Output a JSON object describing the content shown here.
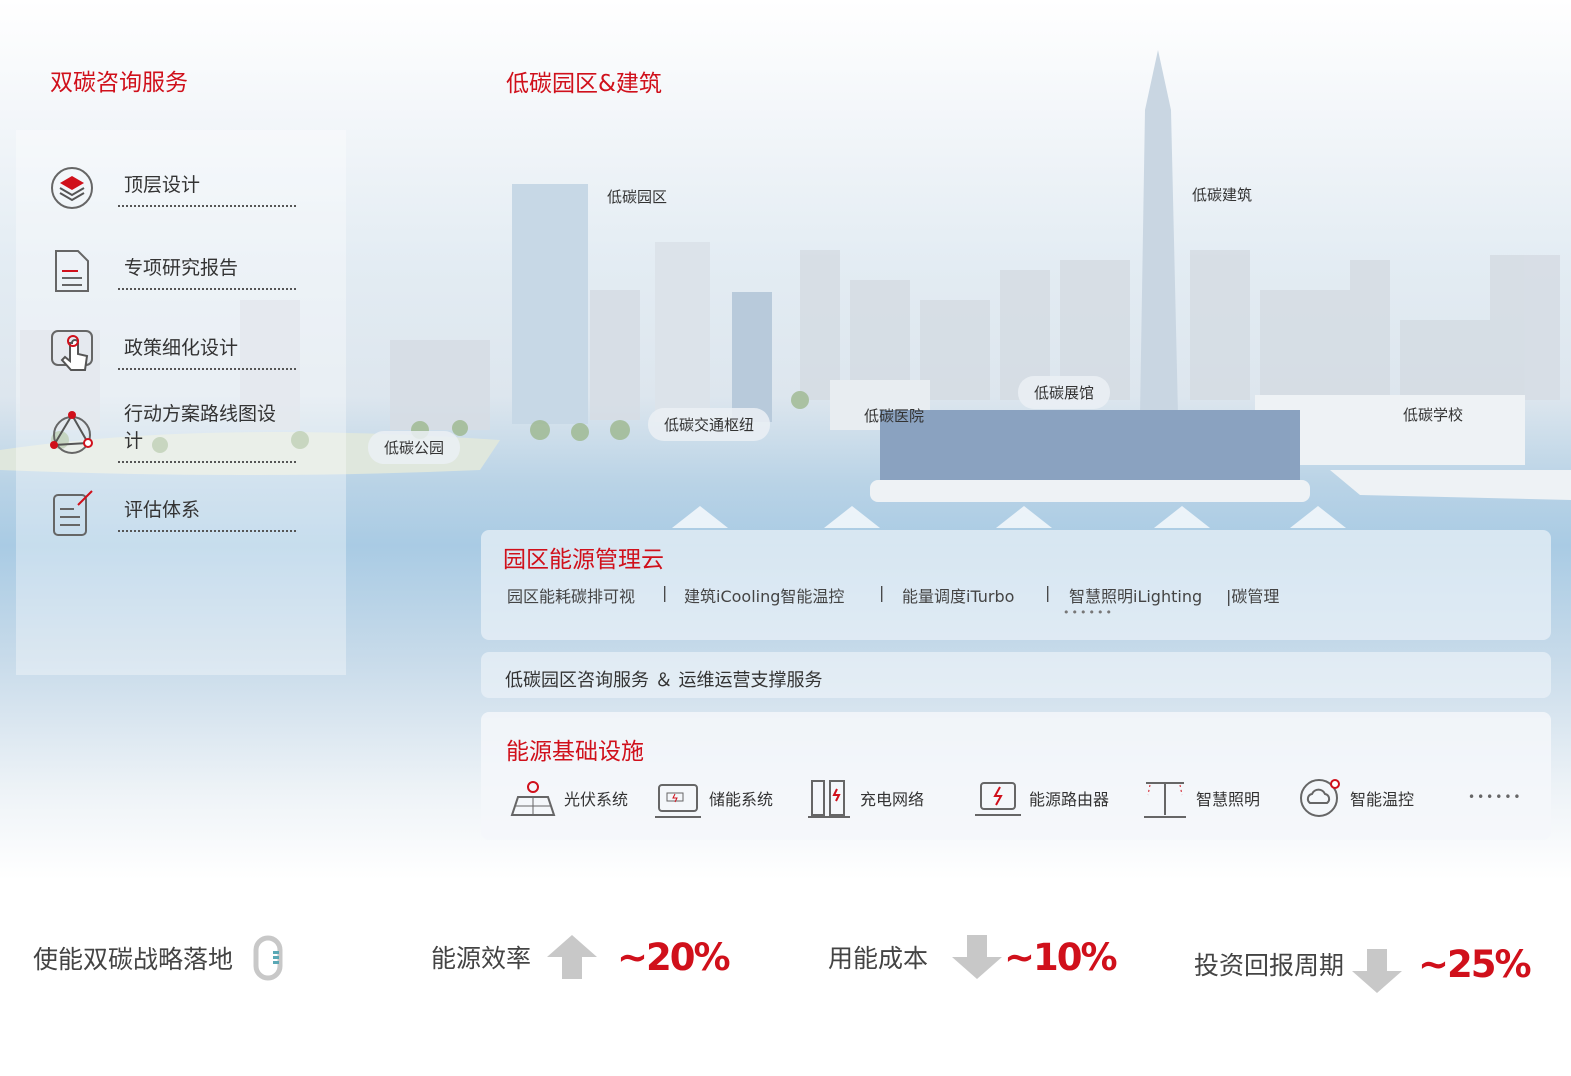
{
  "left": {
    "title": "双碳咨询服务",
    "items": [
      {
        "label": "顶层设计",
        "icon": "layers-cycle-icon"
      },
      {
        "label": "专项研究报告",
        "icon": "document-icon"
      },
      {
        "label": "政策细化设计",
        "icon": "touch-hand-icon"
      },
      {
        "label": "行动方案路线图设计",
        "icon": "triangle-network-icon"
      },
      {
        "label": "评估体系",
        "icon": "checklist-icon"
      }
    ]
  },
  "center": {
    "title": "低碳园区&建筑",
    "places": [
      "低碳园区",
      "低碳建筑",
      "低碳交通枢纽",
      "低碳医院",
      "低碳展馆",
      "低碳学校",
      "低碳公园"
    ]
  },
  "cloud": {
    "title": "园区能源管理云",
    "features": [
      "园区能耗碳排可视",
      "|",
      "建筑iCooling智能温控",
      "|",
      "能量调度iTurbo",
      "|",
      "智慧照明iLighting",
      "|碳管理"
    ],
    "more": "••••••"
  },
  "services": {
    "label": "低碳园区咨询服务 ＆ 运维运营支撑服务"
  },
  "infra": {
    "title": "能源基础设施",
    "items": [
      {
        "label": "光伏系统",
        "icon": "solar-panel-icon"
      },
      {
        "label": "储能系统",
        "icon": "battery-storage-icon"
      },
      {
        "label": "充电网络",
        "icon": "charger-icon"
      },
      {
        "label": "能源路由器",
        "icon": "energy-router-icon"
      },
      {
        "label": "智慧照明",
        "icon": "street-light-icon"
      },
      {
        "label": "智能温控",
        "icon": "cloud-thermostat-icon"
      }
    ],
    "more": "••••••"
  },
  "stats": {
    "enable": "使能双碳战略落地",
    "items": [
      {
        "label": "能源效率",
        "direction": "up",
        "value": "~20%"
      },
      {
        "label": "用能成本",
        "direction": "down",
        "value": "~10%"
      },
      {
        "label": "投资回报周期",
        "direction": "down",
        "value": "~25%"
      }
    ]
  },
  "colors": {
    "accent": "#d0101b",
    "arrow": "#c8c8c8"
  }
}
